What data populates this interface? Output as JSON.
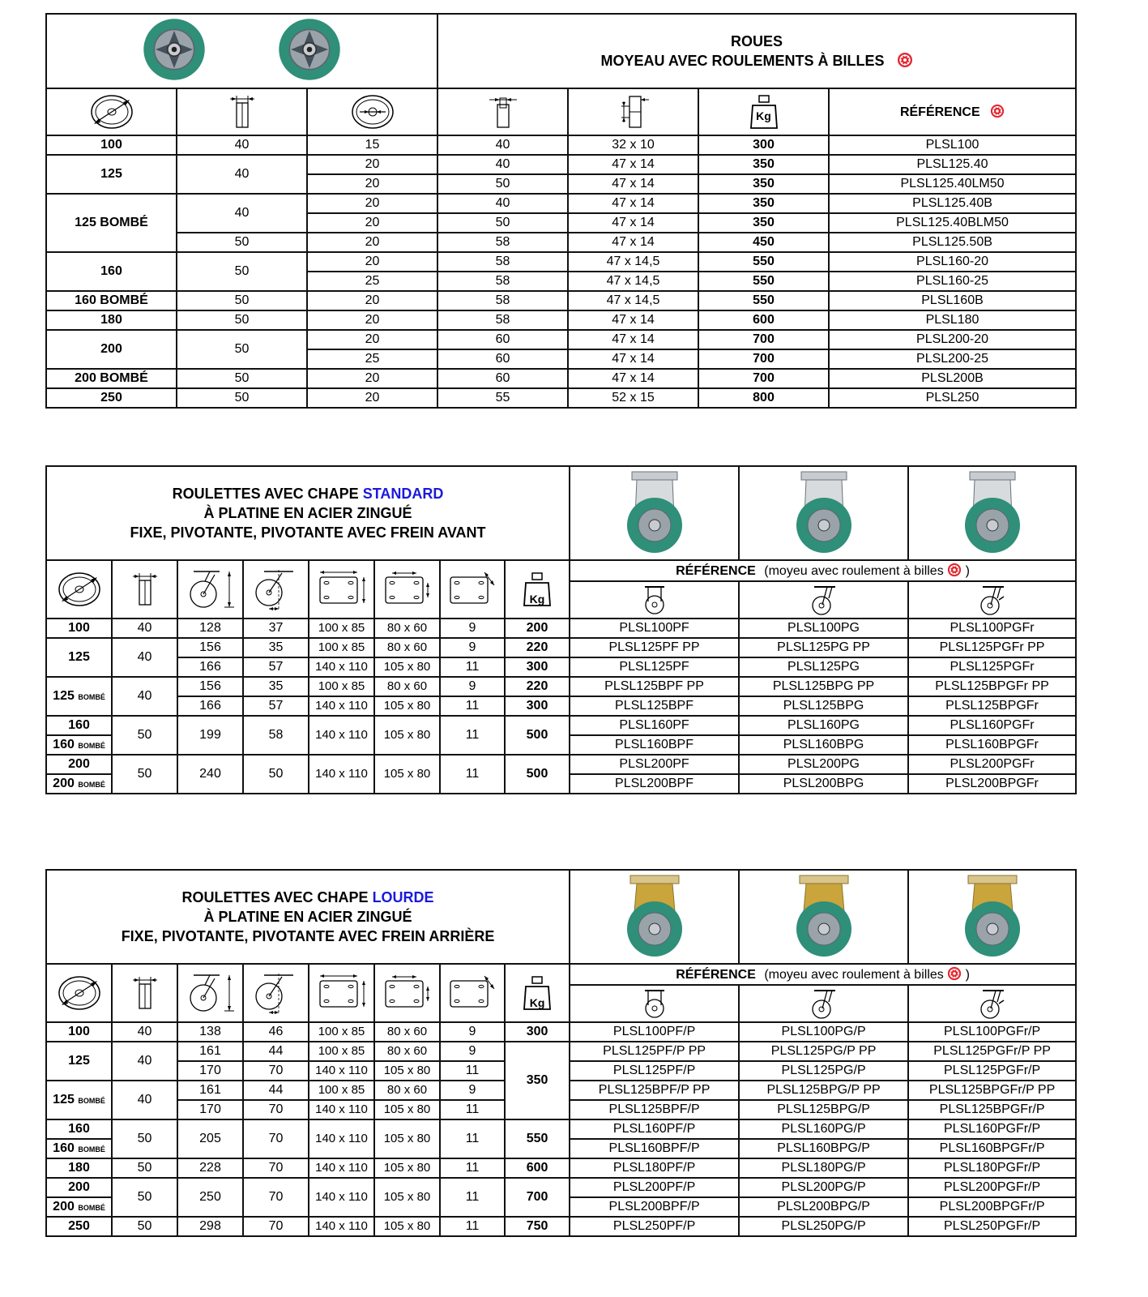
{
  "colors": {
    "tread_green": "#2f8f78",
    "hub_grey": "#8d969e",
    "ball_red": "#e3262f",
    "accent_blue": "#1a1adb",
    "brass": "#c9a53c"
  },
  "wheels": {
    "title_line1": "ROUES",
    "title_line2": "MOYEAU AVEC ROULEMENTS À BILLES",
    "ref_label": "RÉFÉRENCE",
    "unit_kg": "Kg",
    "rows": [
      [
        "100",
        "40",
        "15",
        "40",
        "32 x 10",
        "300",
        "PLSL100"
      ],
      [
        "125",
        "40",
        "20",
        "40",
        "47 x 14",
        "350",
        "PLSL125.40"
      ],
      [
        "",
        "",
        "20",
        "50",
        "47 x 14",
        "350",
        "PLSL125.40LM50"
      ],
      [
        "125 BOMBÉ",
        "40",
        "20",
        "40",
        "47 x 14",
        "350",
        "PLSL125.40B"
      ],
      [
        "",
        "",
        "20",
        "50",
        "47 x 14",
        "350",
        "PLSL125.40BLM50"
      ],
      [
        "",
        "50",
        "20",
        "58",
        "47 x 14",
        "450",
        "PLSL125.50B"
      ],
      [
        "160",
        "50",
        "20",
        "58",
        "47 x 14,5",
        "550",
        "PLSL160-20"
      ],
      [
        "",
        "",
        "25",
        "58",
        "47 x 14,5",
        "550",
        "PLSL160-25"
      ],
      [
        "160 BOMBÉ",
        "50",
        "20",
        "58",
        "47 x 14,5",
        "550",
        "PLSL160B"
      ],
      [
        "180",
        "50",
        "20",
        "58",
        "47 x 14",
        "600",
        "PLSL180"
      ],
      [
        "200",
        "50",
        "20",
        "60",
        "47 x 14",
        "700",
        "PLSL200-20"
      ],
      [
        "",
        "",
        "25",
        "60",
        "47 x 14",
        "700",
        "PLSL200-25"
      ],
      [
        "200 BOMBÉ",
        "50",
        "20",
        "60",
        "47 x 14",
        "700",
        "PLSL200B"
      ],
      [
        "250",
        "50",
        "20",
        "55",
        "52 x 15",
        "800",
        "PLSL250"
      ]
    ]
  },
  "standard": {
    "title_line1_a": "ROULETTES AVEC CHAPE ",
    "title_line1_b": "STANDARD",
    "title_line2": "À PLATINE EN ACIER ZINGUÉ",
    "title_line3": "FIXE, PIVOTANTE, PIVOTANTE AVEC FREIN AVANT",
    "ref_label": "RÉFÉRENCE",
    "ref_note": "(moyeu avec roulement à billes",
    "ref_close": ")",
    "unit_kg": "Kg",
    "d100": "100",
    "d125": "125",
    "d160": "160",
    "d200": "200",
    "bombe": "BOMBÉ",
    "r1": [
      "40",
      "128",
      "37",
      "100 x 85",
      "80 x 60",
      "9",
      "200",
      "PLSL100PF",
      "PLSL100PG",
      "PLSL100PGFr"
    ],
    "r2": [
      "40",
      "156",
      "35",
      "100 x 85",
      "80 x 60",
      "9",
      "220",
      "PLSL125PF PP",
      "PLSL125PG PP",
      "PLSL125PGFr PP"
    ],
    "r3": [
      "166",
      "57",
      "140 x 110",
      "105 x 80",
      "11",
      "300",
      "PLSL125PF",
      "PLSL125PG",
      "PLSL125PGFr"
    ],
    "r4": [
      "40",
      "156",
      "35",
      "100 x 85",
      "80 x 60",
      "9",
      "220",
      "PLSL125BPF PP",
      "PLSL125BPG PP",
      "PLSL125BPGFr PP"
    ],
    "r5": [
      "166",
      "57",
      "140 x 110",
      "105 x 80",
      "11",
      "300",
      "PLSL125BPF",
      "PLSL125BPG",
      "PLSL125BPGFr"
    ],
    "r6": [
      "50",
      "199",
      "58",
      "140 x 110",
      "105 x 80",
      "11",
      "500",
      "PLSL160PF",
      "PLSL160PG",
      "PLSL160PGFr"
    ],
    "r7": [
      "PLSL160BPF",
      "PLSL160BPG",
      "PLSL160BPGFr"
    ],
    "r8": [
      "50",
      "240",
      "50",
      "140 x 110",
      "105 x 80",
      "11",
      "500",
      "PLSL200PF",
      "PLSL200PG",
      "PLSL200PGFr"
    ],
    "r9": [
      "PLSL200BPF",
      "PLSL200BPG",
      "PLSL200BPGFr"
    ]
  },
  "heavy": {
    "title_line1_a": "ROULETTES AVEC CHAPE ",
    "title_line1_b": "LOURDE",
    "title_line2": "À PLATINE EN ACIER ZINGUÉ",
    "title_line3": "FIXE, PIVOTANTE, PIVOTANTE AVEC FREIN ARRIÈRE",
    "ref_label": "RÉFÉRENCE",
    "ref_note": "(moyeu avec roulement à billes",
    "ref_close": ")",
    "unit_kg": "Kg",
    "d100": "100",
    "d125": "125",
    "d160": "160",
    "d180": "180",
    "d200": "200",
    "d250": "250",
    "bombe": "BOMBÉ",
    "r1": [
      "40",
      "138",
      "46",
      "100 x 85",
      "80 x 60",
      "9",
      "300",
      "PLSL100PF/P",
      "PLSL100PG/P",
      "PLSL100PGFr/P"
    ],
    "r2": [
      "40",
      "161",
      "44",
      "100 x 85",
      "80 x 60",
      "9",
      "350",
      "PLSL125PF/P PP",
      "PLSL125PG/P PP",
      "PLSL125PGFr/P PP"
    ],
    "r3": [
      "170",
      "70",
      "140 x 110",
      "105 x 80",
      "11",
      "PLSL125PF/P",
      "PLSL125PG/P",
      "PLSL125PGFr/P"
    ],
    "r4": [
      "40",
      "161",
      "44",
      "100 x 85",
      "80 x 60",
      "9",
      "PLSL125BPF/P PP",
      "PLSL125BPG/P PP",
      "PLSL125BPGFr/P PP"
    ],
    "r5": [
      "170",
      "70",
      "140 x 110",
      "105 x 80",
      "11",
      "PLSL125BPF/P",
      "PLSL125BPG/P",
      "PLSL125BPGFr/P"
    ],
    "r6": [
      "50",
      "205",
      "70",
      "140 x 110",
      "105 x 80",
      "11",
      "550",
      "PLSL160PF/P",
      "PLSL160PG/P",
      "PLSL160PGFr/P"
    ],
    "r7": [
      "PLSL160BPF/P",
      "PLSL160BPG/P",
      "PLSL160BPGFr/P"
    ],
    "r8": [
      "50",
      "228",
      "70",
      "140 x 110",
      "105 x 80",
      "11",
      "600",
      "PLSL180PF/P",
      "PLSL180PG/P",
      "PLSL180PGFr/P"
    ],
    "r9": [
      "50",
      "250",
      "70",
      "140 x 110",
      "105 x 80",
      "11",
      "700",
      "PLSL200PF/P",
      "PLSL200PG/P",
      "PLSL200PGFr/P"
    ],
    "r10": [
      "PLSL200BPF/P",
      "PLSL200BPG/P",
      "PLSL200BPGFr/P"
    ],
    "r11": [
      "50",
      "298",
      "70",
      "140 x 110",
      "105 x 80",
      "11",
      "750",
      "PLSL250PF/P",
      "PLSL250PG/P",
      "PLSL250PGFr/P"
    ]
  }
}
